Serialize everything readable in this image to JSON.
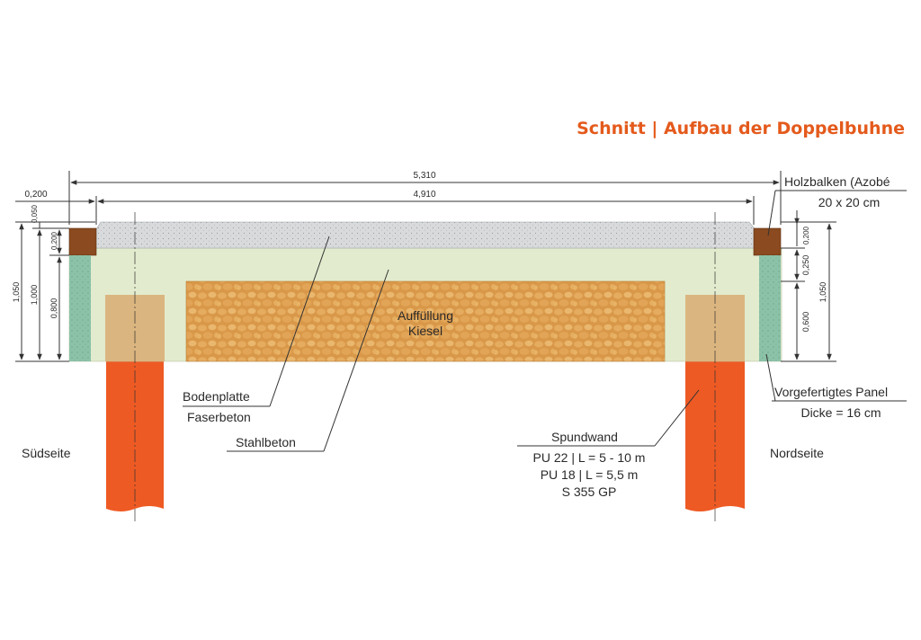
{
  "title": "Schnitt | Aufbau der Doppelbuhne",
  "dimensions": {
    "total_width": "5,310",
    "inner_width": "4,910",
    "left_offset": "0,200",
    "left_top": "0,050",
    "left_beam": "0,200",
    "left_total": "1,050",
    "left_mid": "1,000",
    "left_panel": "0,800",
    "right_beam": "0,200",
    "right_upper": "0,250",
    "right_lower": "0,600",
    "right_total": "1,050"
  },
  "labels": {
    "fill_1": "Auffüllung",
    "fill_2": "Kiesel",
    "bodenplatte_1": "Bodenplatte",
    "bodenplatte_2": "Faserbeton",
    "stahlbeton": "Stahlbeton",
    "holzbalken_1": "Holzbalken (Azobé",
    "holzbalken_2": "20 x 20 cm",
    "panel_1": "Vorgefertigtes Panel",
    "panel_2": "Dicke = 16 cm",
    "spundwand_1": "Spundwand",
    "spundwand_2": "PU 22 | L = 5 - 10 m",
    "spundwand_3": "PU 18 | L = 5,5 m",
    "spundwand_4": "S 355 GP",
    "south": "Südseite",
    "north": "Nordseite"
  },
  "colors": {
    "title": "#e45a1c",
    "sheet_pile": "#ee5a24",
    "concrete": "#e2ebcd",
    "topping": "#d6d8d8",
    "gravel": "#d99849",
    "timber": "#8b4a1f",
    "panel": "#8cc2a8",
    "blocks": "#dbb57f"
  }
}
